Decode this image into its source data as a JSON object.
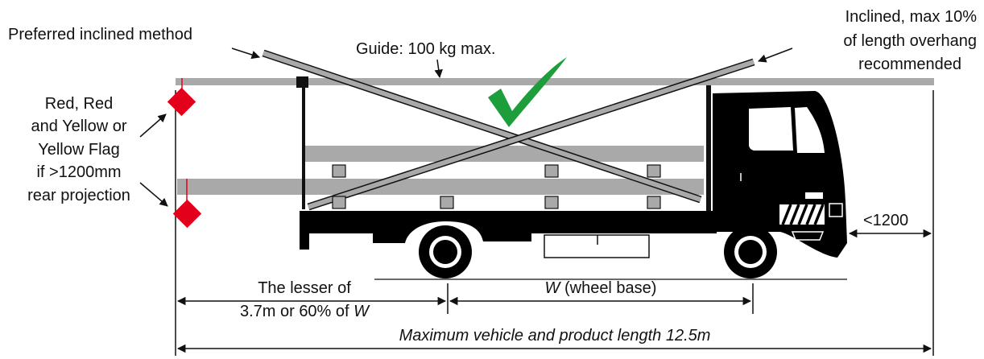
{
  "labels": {
    "preferred": "Preferred inclined method",
    "guide": "Guide: 100 kg max.",
    "inclined_line1": "Inclined, max 10%",
    "inclined_line2": "of length overhang",
    "inclined_line3": "recommended",
    "flag_line1": "Red, Red",
    "flag_line2": "and Yellow or",
    "flag_line3": "Yellow Flag",
    "flag_line4": "if >1200mm",
    "flag_line5": "rear projection",
    "front_overhang": "<1200",
    "lesser_line1": "The lesser of",
    "lesser_line2_a": "3.7m or 60% of ",
    "lesser_line2_w": "W",
    "wheelbase_w": "W",
    "wheelbase_text": " (wheel base)",
    "max_length": "Maximum vehicle and product length 12.5m"
  },
  "colors": {
    "load_grey": "#a9a9a9",
    "truck": "#000000",
    "flag_red": "#e2001a",
    "check_green": "#1e9e3a",
    "text": "#111111"
  },
  "icons": {
    "check": "check-mark-icon",
    "flag": "diamond-flag-icon"
  }
}
